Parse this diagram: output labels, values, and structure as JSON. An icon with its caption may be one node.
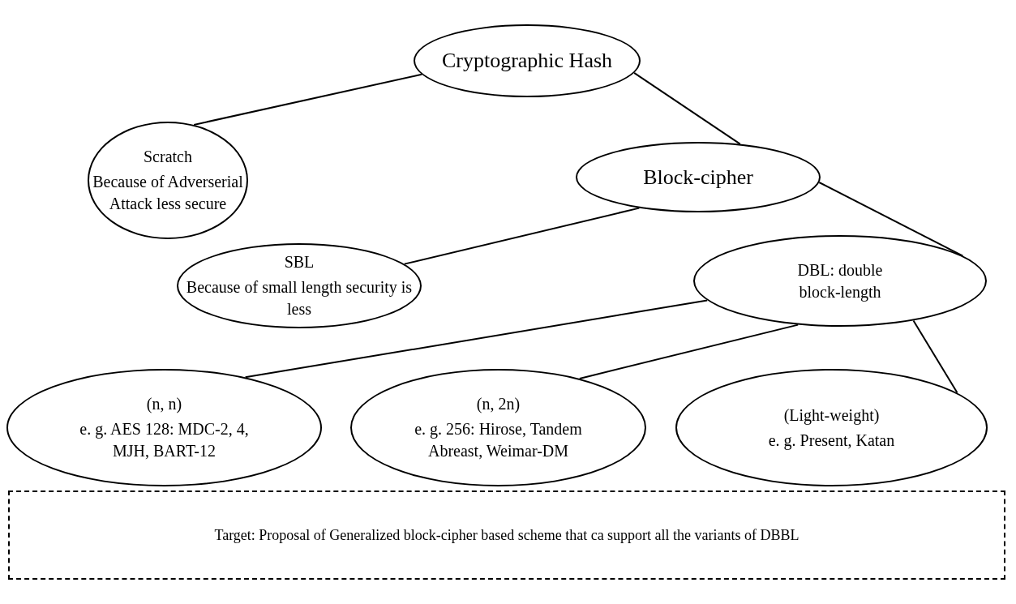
{
  "diagram": {
    "nodes": [
      {
        "text": [
          "Cryptographic Hash"
        ]
      },
      {
        "text": [
          "Scratch",
          "Because of Adverserial Attack less secure"
        ]
      },
      {
        "text": [
          "Block-cipher"
        ]
      },
      {
        "text": [
          "SBL",
          "Because of small length security is less"
        ]
      },
      {
        "text": [
          "DBL: double block-length"
        ]
      },
      {
        "text": [
          "(n, n)",
          "e. g. AES 128: MDC-2, 4, MJH, BART-12"
        ]
      },
      {
        "text": [
          "(n, 2n)",
          "e. g. 256: Hirose, Tandem Abreast, Weimar-DM"
        ]
      },
      {
        "text": [
          "(Light-weight)",
          "e. g. Present, Katan"
        ]
      },
      {
        "text": [
          "Target: Proposal of Generalized block-cipher based scheme that ca support all the variants of DBBL"
        ]
      }
    ],
    "edges": [
      {
        "from": 0,
        "to": 1,
        "arrow": "none"
      },
      {
        "from": 0,
        "to": 2,
        "arrow": "none"
      },
      {
        "from": 2,
        "to": 3,
        "arrow": "none"
      },
      {
        "from": 2,
        "to": 4,
        "arrow": "none"
      },
      {
        "from": 4,
        "to": 5,
        "arrow": "none"
      },
      {
        "from": 4,
        "to": 6,
        "arrow": "none"
      },
      {
        "from": 4,
        "to": 7,
        "arrow": "none"
      }
    ]
  }
}
